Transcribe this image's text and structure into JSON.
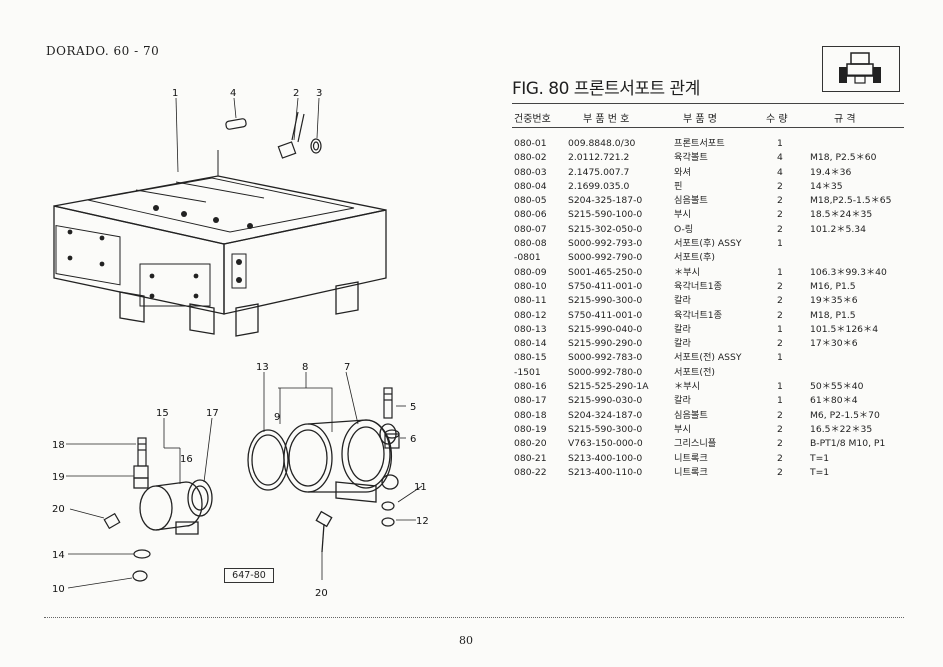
{
  "header": {
    "model": "DORADO. 60 - 70"
  },
  "figure": {
    "title": "FIG. 80 프론트서포트 관계",
    "ref": "647-80"
  },
  "table": {
    "headers": {
      "code": "건중번호",
      "part_no": "부 품 번 호",
      "name": "부 품 명",
      "qty": "수 량",
      "spec": "규    격"
    },
    "rows": [
      {
        "code": "080-01",
        "part_no": "009.8848.0/30",
        "name": "프론트서포트",
        "qty": "1",
        "spec": ""
      },
      {
        "code": "080-02",
        "part_no": "2.0112.721.2",
        "name": "육각볼트",
        "qty": "4",
        "spec": "M18, P2.5＊60"
      },
      {
        "code": "080-03",
        "part_no": "2.1475.007.7",
        "name": "와셔",
        "qty": "4",
        "spec": "19.4＊36"
      },
      {
        "code": "080-04",
        "part_no": "2.1699.035.0",
        "name": "핀",
        "qty": "2",
        "spec": "14＊35"
      },
      {
        "code": "080-05",
        "part_no": "S204-325-187-0",
        "name": "심음볼트",
        "qty": "2",
        "spec": "M18,P2.5-1.5＊65"
      },
      {
        "code": "080-06",
        "part_no": "S215-590-100-0",
        "name": "부시",
        "qty": "2",
        "spec": "18.5＊24＊35"
      },
      {
        "code": "080-07",
        "part_no": "S215-302-050-0",
        "name": "O-링",
        "qty": "2",
        "spec": "101.2＊5.34"
      },
      {
        "code": "080-08",
        "part_no": "S000-992-793-0",
        "name": "서포트(후) ASSY",
        "qty": "1",
        "spec": ""
      },
      {
        "code": "-0801",
        "part_no": "S000-992-790-0",
        "name": "서포트(후)",
        "qty": "",
        "spec": ""
      },
      {
        "code": "080-09",
        "part_no": "S001-465-250-0",
        "name": "＊부시",
        "qty": "1",
        "spec": "106.3＊99.3＊40"
      },
      {
        "code": "080-10",
        "part_no": "S750-411-001-0",
        "name": "육각너트1종",
        "qty": "2",
        "spec": "M16, P1.5"
      },
      {
        "code": "080-11",
        "part_no": "S215-990-300-0",
        "name": "칼라",
        "qty": "2",
        "spec": "19＊35＊6"
      },
      {
        "code": "080-12",
        "part_no": "S750-411-001-0",
        "name": "육각너트1종",
        "qty": "2",
        "spec": "M18, P1.5"
      },
      {
        "code": "080-13",
        "part_no": "S215-990-040-0",
        "name": "칼라",
        "qty": "1",
        "spec": "101.5＊126＊4"
      },
      {
        "code": "080-14",
        "part_no": "S215-990-290-0",
        "name": "칼라",
        "qty": "2",
        "spec": "17＊30＊6"
      },
      {
        "code": "080-15",
        "part_no": "S000-992-783-0",
        "name": "서포트(전) ASSY",
        "qty": "1",
        "spec": ""
      },
      {
        "code": "-1501",
        "part_no": "S000-992-780-0",
        "name": "서포트(전)",
        "qty": "",
        "spec": ""
      },
      {
        "code": "080-16",
        "part_no": "S215-525-290-1A",
        "name": "＊부시",
        "qty": "1",
        "spec": "50＊55＊40"
      },
      {
        "code": "080-17",
        "part_no": "S215-990-030-0",
        "name": "칼라",
        "qty": "1",
        "spec": "61＊80＊4"
      },
      {
        "code": "080-18",
        "part_no": "S204-324-187-0",
        "name": "심음볼트",
        "qty": "2",
        "spec": "M6, P2-1.5＊70"
      },
      {
        "code": "080-19",
        "part_no": "S215-590-300-0",
        "name": "부시",
        "qty": "2",
        "spec": "16.5＊22＊35"
      },
      {
        "code": "080-20",
        "part_no": "V763-150-000-0",
        "name": "그리스니플",
        "qty": "2",
        "spec": "B-PT1/8 M10, P1"
      },
      {
        "code": "080-21",
        "part_no": "S213-400-100-0",
        "name": "니트록크",
        "qty": "2",
        "spec": "T=1"
      },
      {
        "code": "080-22",
        "part_no": "S213-400-110-0",
        "name": "니트록크",
        "qty": "2",
        "spec": "T=1"
      }
    ]
  },
  "callouts": [
    "1",
    "4",
    "2",
    "3",
    "13",
    "8",
    "7",
    "9",
    "15",
    "17",
    "5",
    "16",
    "6",
    "18",
    "19",
    "11",
    "20",
    "12",
    "14",
    "10",
    "20"
  ],
  "footer": {
    "page": "80"
  }
}
